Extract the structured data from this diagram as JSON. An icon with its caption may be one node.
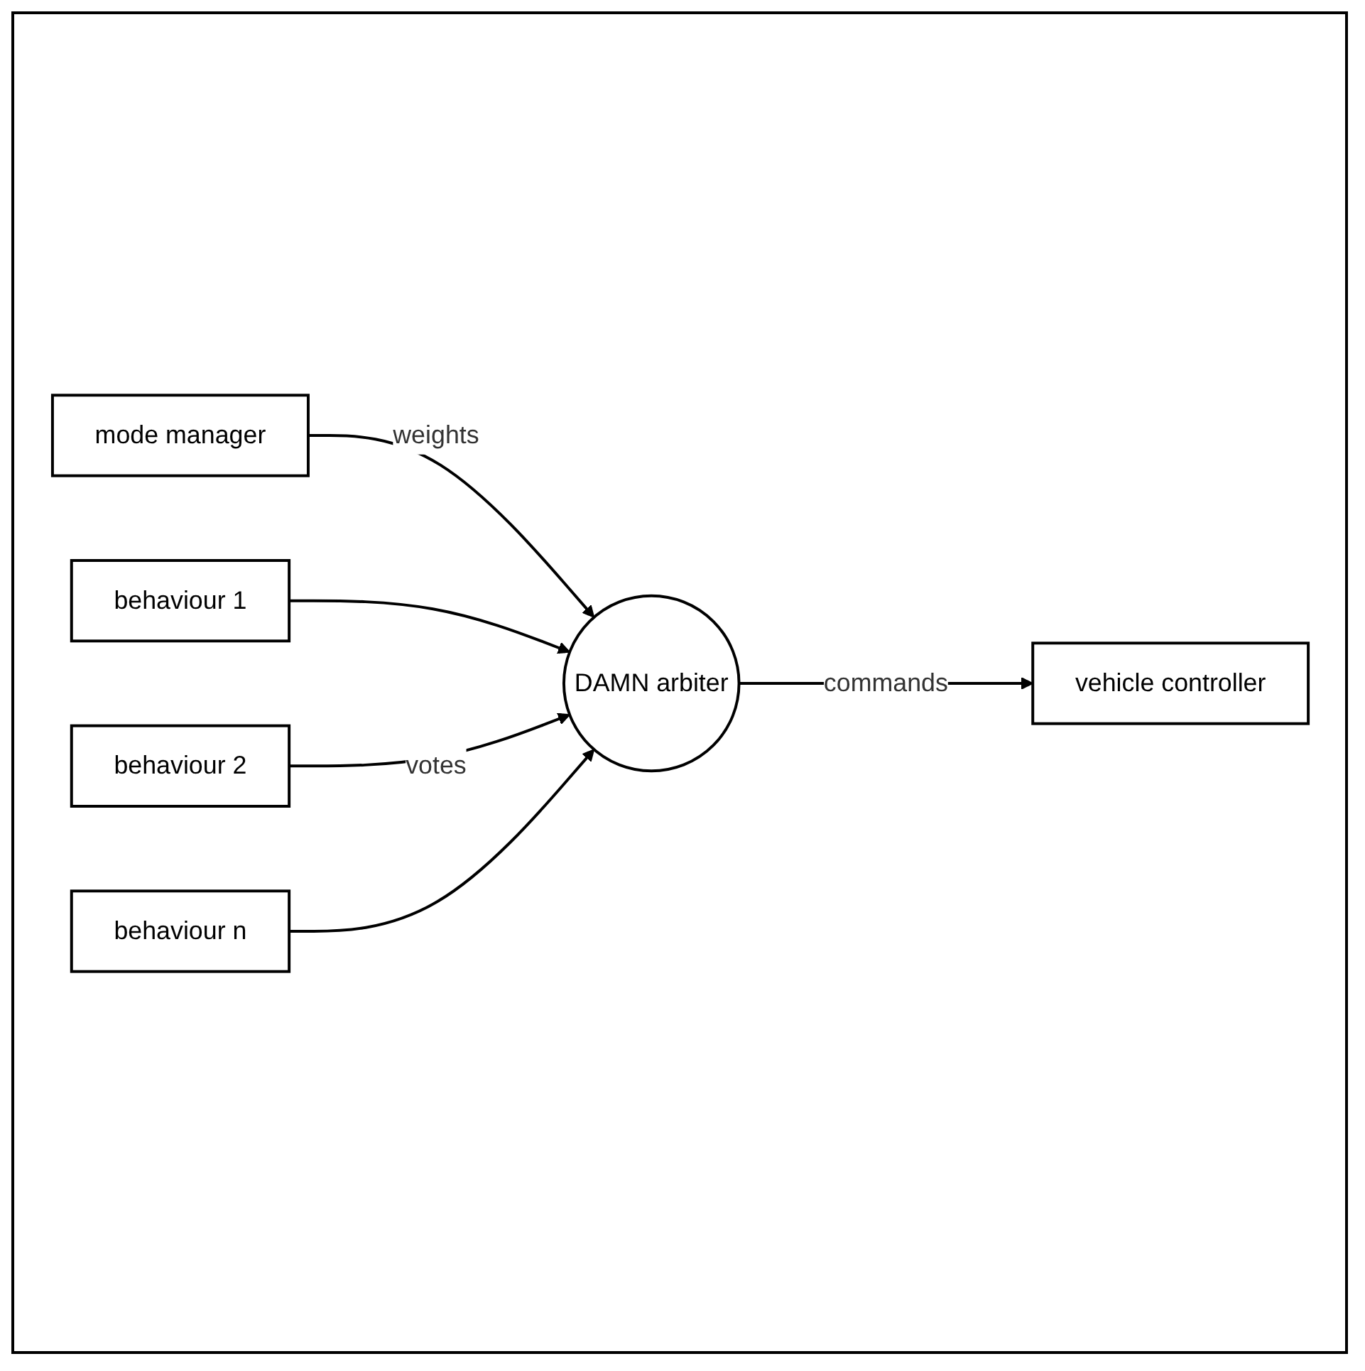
{
  "diagram": {
    "nodes": [
      {
        "text": [
          "mode manager"
        ]
      },
      {
        "text": [
          "behaviour 1"
        ]
      },
      {
        "text": [
          "behaviour 2"
        ]
      },
      {
        "text": [
          "behaviour n"
        ]
      },
      {
        "text": [
          "DAMN arbiter"
        ]
      },
      {
        "text": [
          "vehicle controller"
        ]
      }
    ],
    "edges": [
      {
        "from": 0,
        "to": 4,
        "arrow": "to",
        "label": "weights"
      },
      {
        "from": 1,
        "to": 4,
        "arrow": "to"
      },
      {
        "from": 2,
        "to": 4,
        "arrow": "to",
        "label": "votes"
      },
      {
        "from": 3,
        "to": 4,
        "arrow": "to"
      },
      {
        "from": 4,
        "to": 5,
        "arrow": "to",
        "label": "commands"
      }
    ]
  }
}
